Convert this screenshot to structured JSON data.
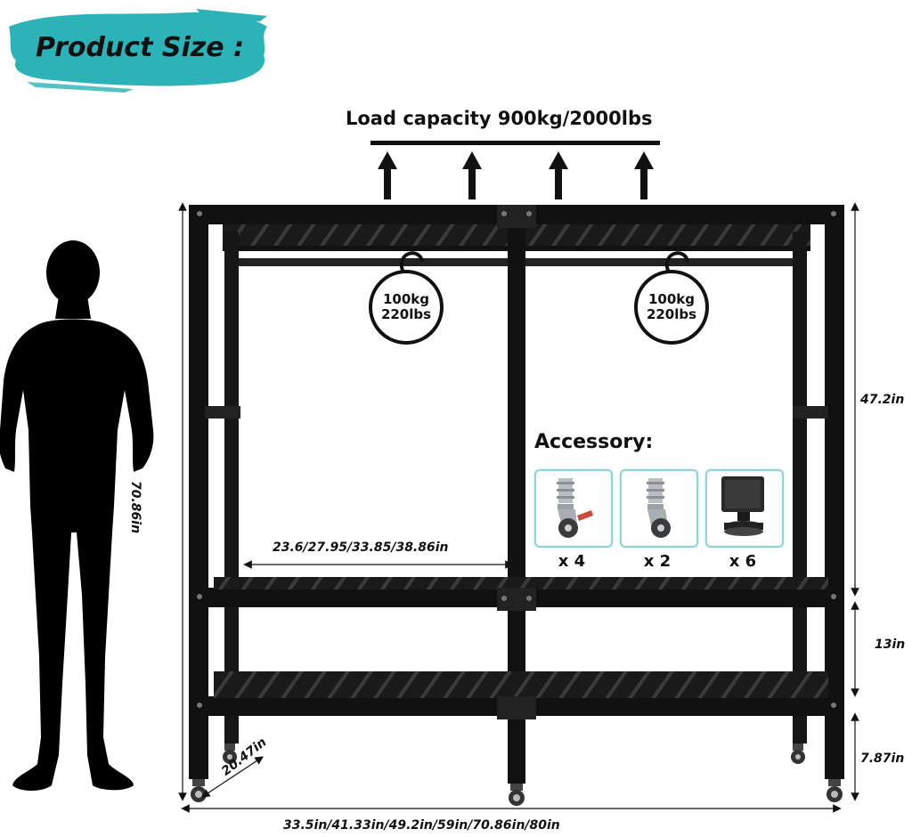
{
  "header": {
    "title": "Product Size :",
    "brush_color": "#2bb3b8"
  },
  "load": {
    "label": "Load capacity 900kg/2000lbs"
  },
  "hangers": [
    {
      "kg": "100kg",
      "lbs": "220lbs"
    },
    {
      "kg": "100kg",
      "lbs": "220lbs"
    }
  ],
  "dimensions": {
    "total_height": "70.86in",
    "top_section": "47.2in",
    "middle_section": "13in",
    "bottom_section": "7.87in",
    "depth": "20.47in",
    "shelf_width": "23.6/27.95/33.85/38.86in",
    "total_width": "33.5in/41.33in/49.2in/59in/70.86in/80in"
  },
  "accessory": {
    "title": "Accessory:",
    "items": [
      {
        "icon": "caster-wheel-brake-icon",
        "qty": "x 4"
      },
      {
        "icon": "caster-wheel-icon",
        "qty": "x 2"
      },
      {
        "icon": "leveling-foot-icon",
        "qty": "x 6"
      }
    ]
  }
}
